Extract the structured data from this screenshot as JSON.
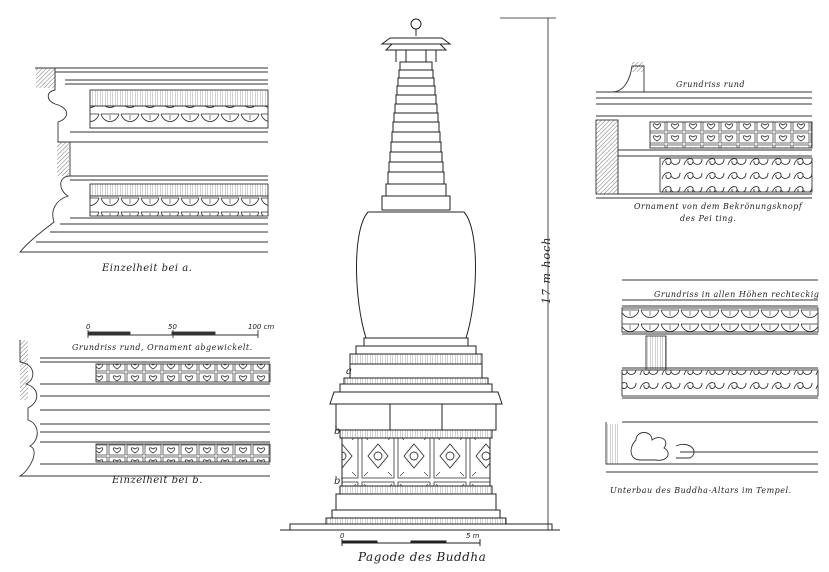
{
  "captions": {
    "detail_a": "Einzelheit bei a.",
    "detail_b": "Einzelheit bei b.",
    "plan_round_left": "Grundriss rund, Ornament abgewickelt.",
    "plan_round_right": "Grundriss rund",
    "ornament_crown": "Ornament von dem Bekrönungsknopf",
    "ornament_crown_2": "des Pei ting.",
    "plan_rect": "Grundriss in allen Höhen rechteckig",
    "altar_base": "Unterbau des Buddha-Altars im Tempel.",
    "pagoda_title": "Pagode des Buddha",
    "height_label": "17 m hoch"
  },
  "scales": {
    "left_ticks": [
      "0",
      "50",
      "100 cm"
    ],
    "center_ticks": [
      "0",
      "5 m"
    ]
  },
  "markers": {
    "a": "a",
    "b_upper": "b",
    "b_lower": "b"
  },
  "palette": {
    "ink": "#222222",
    "hatch": "#555555",
    "paper": "#ffffff"
  }
}
